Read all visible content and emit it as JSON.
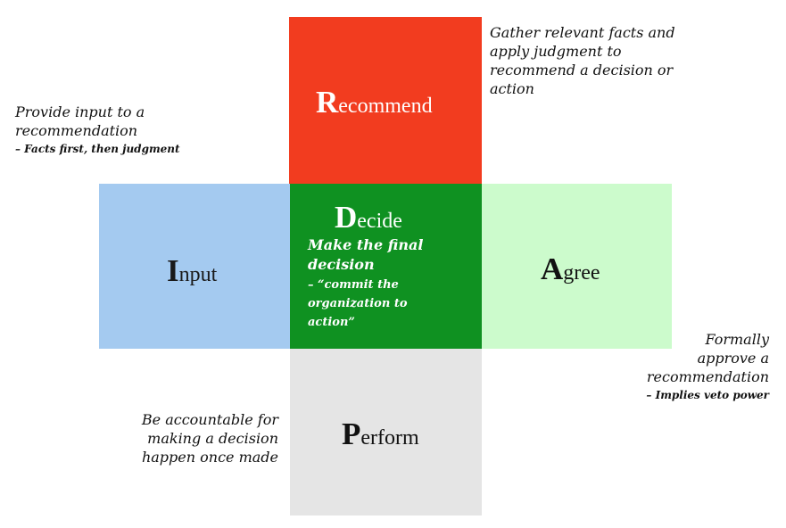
{
  "recommend": {
    "title": "Recommend",
    "note_lines": [
      "Gather relevant facts and",
      "apply judgment to",
      "recommend a decision or",
      "action"
    ],
    "color": "#f23c1f"
  },
  "input": {
    "title": "Input",
    "note_lines": [
      "Provide input to a",
      "recommendation"
    ],
    "note_sub": "– Facts first, then judgment",
    "color": "#a4caf0"
  },
  "decide": {
    "title": "Decide",
    "desc_lines": [
      "Make the final",
      "decision"
    ],
    "desc_sub_lines": [
      "– “commit the",
      "organization to",
      "action”"
    ],
    "color": "#0f9121"
  },
  "agree": {
    "title": "Agree",
    "note_lines": [
      "Formally",
      "approve a",
      "recommendation"
    ],
    "note_sub": "– Implies veto power",
    "color": "#ccfbcc"
  },
  "perform": {
    "title": "Perform",
    "note_lines": [
      "Be accountable for",
      "making a decision",
      "happen once made"
    ],
    "color": "#e5e5e5"
  }
}
